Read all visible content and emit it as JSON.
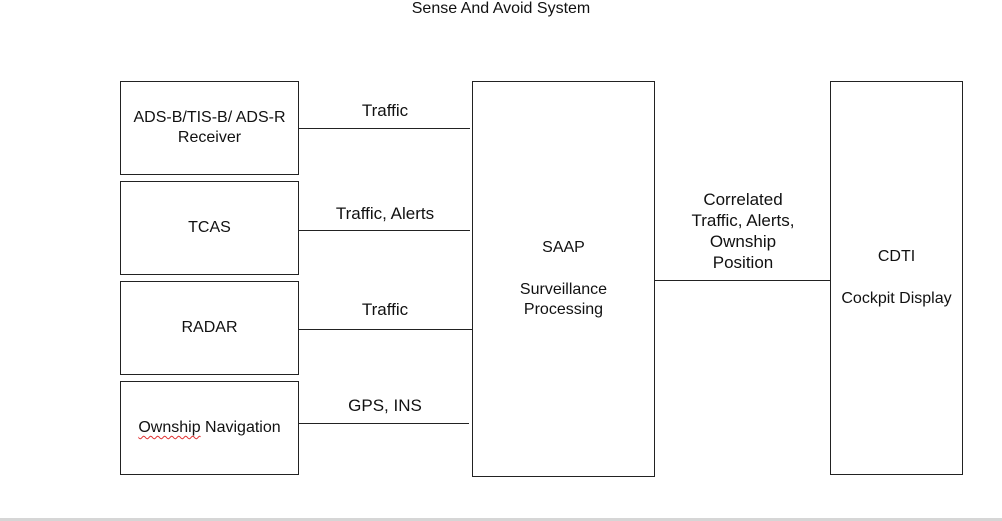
{
  "title": "Sense And Avoid System",
  "sources": [
    {
      "line1": "ADS-B/TIS-B/ ADS-R",
      "line2": "Receiver",
      "link_label": "Traffic"
    },
    {
      "line1": "TCAS",
      "link_label": "Traffic, Alerts"
    },
    {
      "line1": "RADAR",
      "link_label": "Traffic"
    },
    {
      "word1": "Ownship",
      "word2": "Navigation",
      "link_label": "GPS, INS"
    }
  ],
  "processor": {
    "name": "SAAP",
    "desc_line1": "Surveillance",
    "desc_line2": "Processing"
  },
  "output_link": {
    "line1": "Correlated",
    "line2": "Traffic, Alerts,",
    "line3": "Ownship",
    "line4": "Position"
  },
  "display": {
    "name": "CDTI",
    "desc": "Cockpit Display"
  }
}
